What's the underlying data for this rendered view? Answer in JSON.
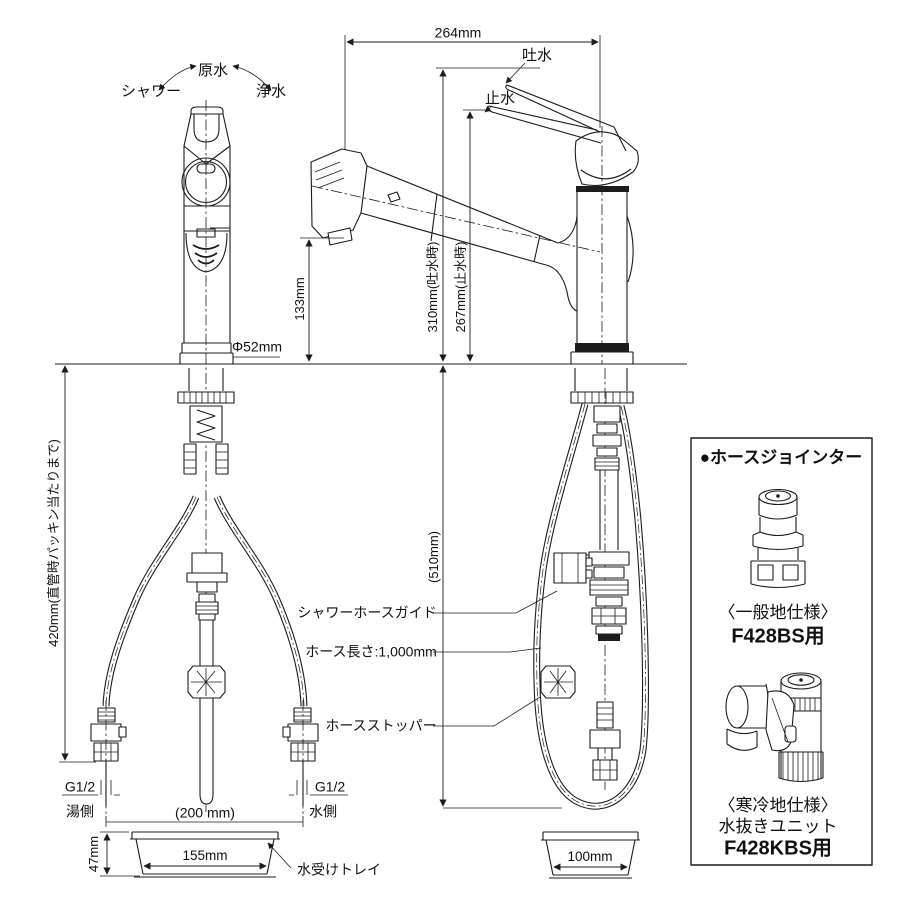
{
  "front_view": {
    "rotation_labels": {
      "left": "シャワー",
      "center": "原水",
      "right": "浄水"
    },
    "diameter": "Φ52mm",
    "under_counter_height": "420mm(直管時パッキン当たりまで)",
    "supply_pitch": "(200 mm)",
    "thread_size": "G1/2",
    "hot_side": "湯側",
    "cold_side": "水側",
    "tray": {
      "width": "155mm",
      "height": "47mm",
      "name": "水受けトレイ"
    }
  },
  "side_view": {
    "discharge_label": "吐水",
    "stop_label": "止水",
    "spout_reach": "264mm",
    "height_discharge": "310mm(吐水時)",
    "height_stop": "267mm(止水時)",
    "outlet_height": "133mm",
    "under_counter_depth": "(510mm)",
    "hose_guide": "シャワーホースガイド",
    "hose_length": "ホース長さ:1,000mm",
    "hose_stopper": "ホースストッパー",
    "tray_width": "100mm"
  },
  "panel": {
    "title": "●ホースジョインター",
    "items": [
      {
        "caption": "〈一般地仕様〉",
        "model": "F428BS用"
      },
      {
        "caption": "〈寒冷地仕様〉",
        "sub": "水抜きユニット",
        "model": "F428KBS用"
      }
    ]
  }
}
